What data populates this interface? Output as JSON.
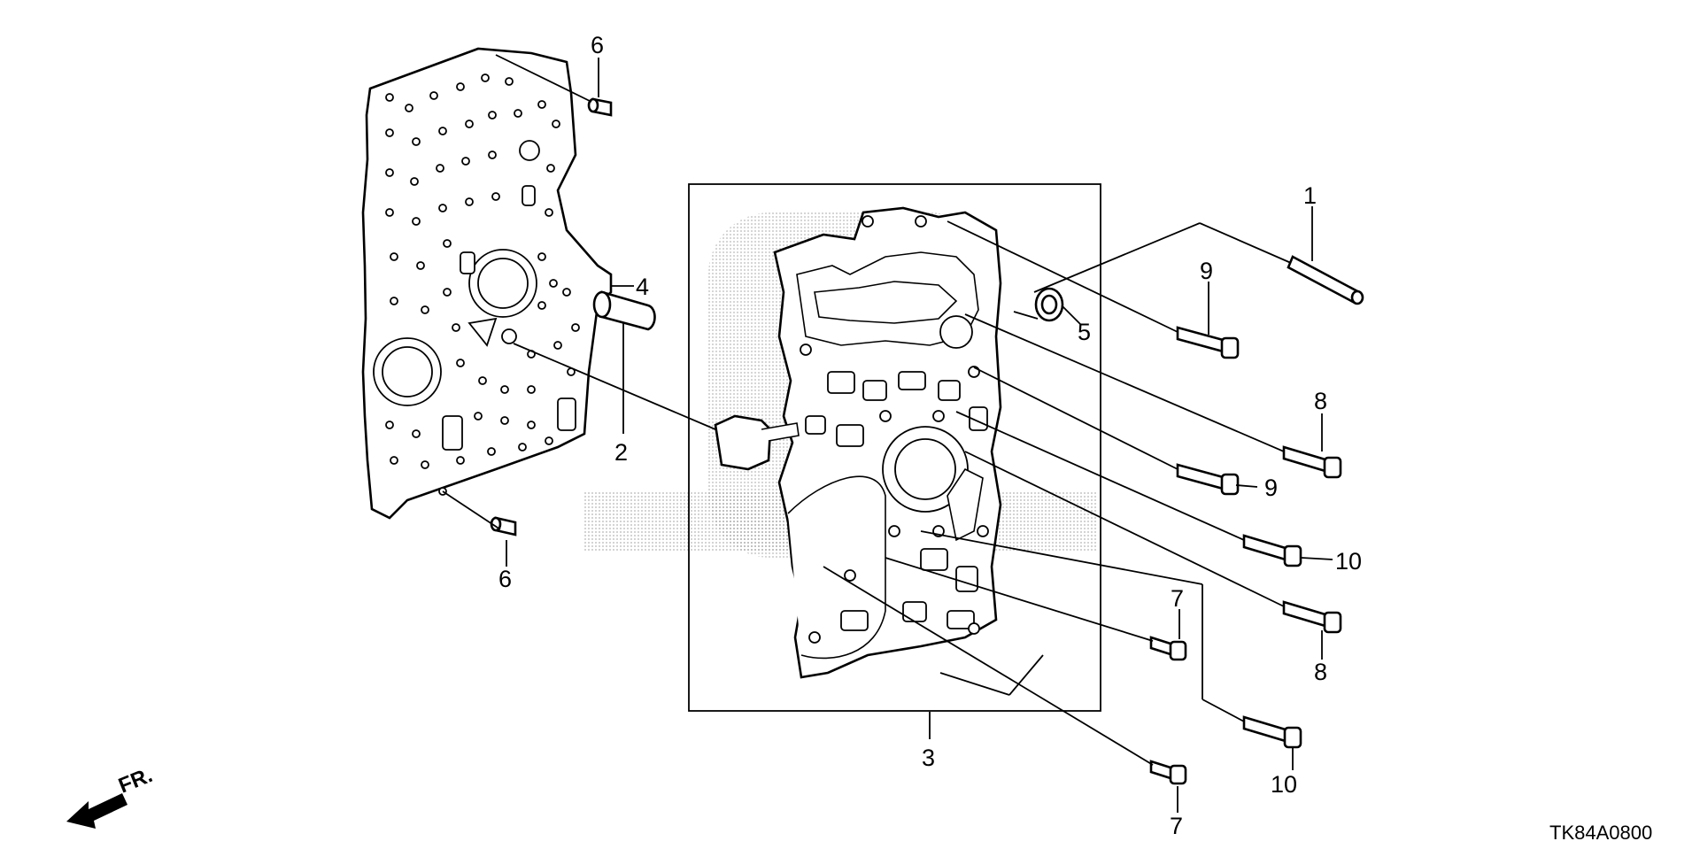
{
  "callouts": {
    "c1": "1",
    "c2": "2",
    "c3": "3",
    "c4": "4",
    "c5": "5",
    "c6a": "6",
    "c6b": "6",
    "c7a": "7",
    "c7b": "7",
    "c8a": "8",
    "c8b": "8",
    "c9a": "9",
    "c9b": "9",
    "c10a": "10",
    "c10b": "10"
  },
  "direction_label": "FR.",
  "diagram_code": "TK84A0800"
}
